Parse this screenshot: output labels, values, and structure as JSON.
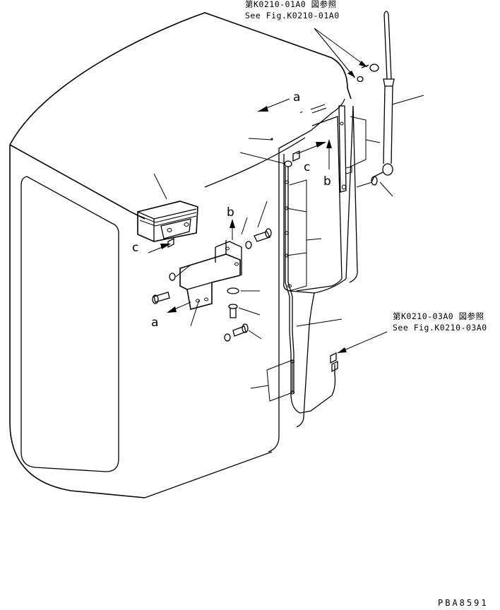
{
  "references": [
    {
      "jp": "第K0210-01A0 図参照",
      "en": "See Fig.K0210-01A0"
    },
    {
      "jp": "第K0210-03A0 図参照",
      "en": "See Fig.K0210-03A0"
    }
  ],
  "view_letters": {
    "a_top": "a",
    "c_right": "c",
    "b_right": "b",
    "b_center": "b",
    "c_left": "c",
    "a_bottom": "a"
  },
  "figure_code": "PBA8591"
}
